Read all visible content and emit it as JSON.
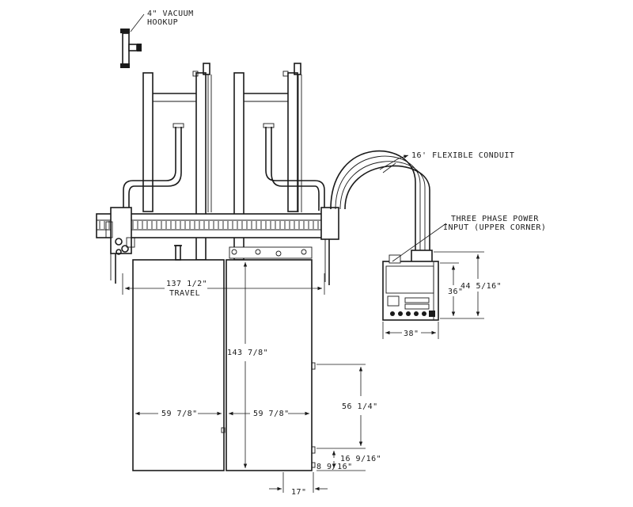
{
  "labels": {
    "vacuum_line1": "4\" VACUUM",
    "vacuum_line2": "HOOKUP",
    "conduit": "16' FLEXIBLE CONDUIT",
    "power_line1": "THREE PHASE POWER",
    "power_line2": "INPUT (UPPER CORNER)"
  },
  "dimensions": {
    "travel_value": "137 1/2\"",
    "travel_label": "TRAVEL",
    "height_total": "143 7/8\"",
    "width_left": "59 7/8\"",
    "width_right": "59 7/8\"",
    "box_height_outer": "44 5/16\"",
    "box_height_inner": "36\"",
    "box_width": "38\"",
    "side_upper": "56 1/4\"",
    "side_mid": "16 9/16\"",
    "side_low": "8 9/16\"",
    "side_offset": "17\""
  }
}
